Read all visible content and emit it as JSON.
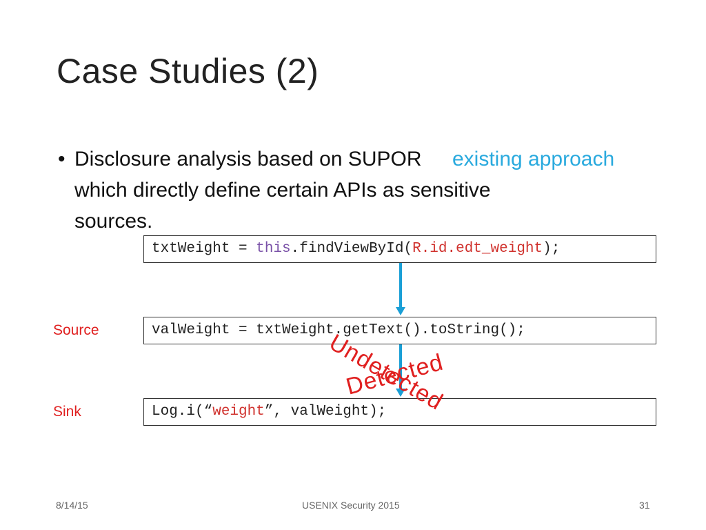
{
  "slide": {
    "title": "Case Studies (2)",
    "bullet_symbol": "•",
    "bullet_lines": [
      "Disclosure analysis based on SUPOR",
      "which directly define certain APIs as sensitive",
      "sources."
    ],
    "overlay_text": "existing approach",
    "code_lines": [
      {
        "pre": "txtWeight = ",
        "keyword": "this",
        "mid": ".findViewById(",
        "highlight": "R.id.edt_weight",
        "post": ");"
      },
      {
        "text": "valWeight = txtWeight.getText().toString();"
      },
      {
        "pre": "Log.i(“",
        "highlight": "weight",
        "post": "”, valWeight);"
      }
    ],
    "labels": {
      "source": "Source",
      "sink": "Sink"
    },
    "stamps": {
      "undetected": "Undetected",
      "detected": "Detected"
    },
    "colors": {
      "accent_blue": "#1a9fd6",
      "overlay_blue": "#2aaade",
      "red": "#e02020",
      "keyword_purple": "#7a52a8"
    }
  },
  "footer": {
    "date": "8/14/15",
    "center": "USENIX Security 2015",
    "page": "31"
  }
}
